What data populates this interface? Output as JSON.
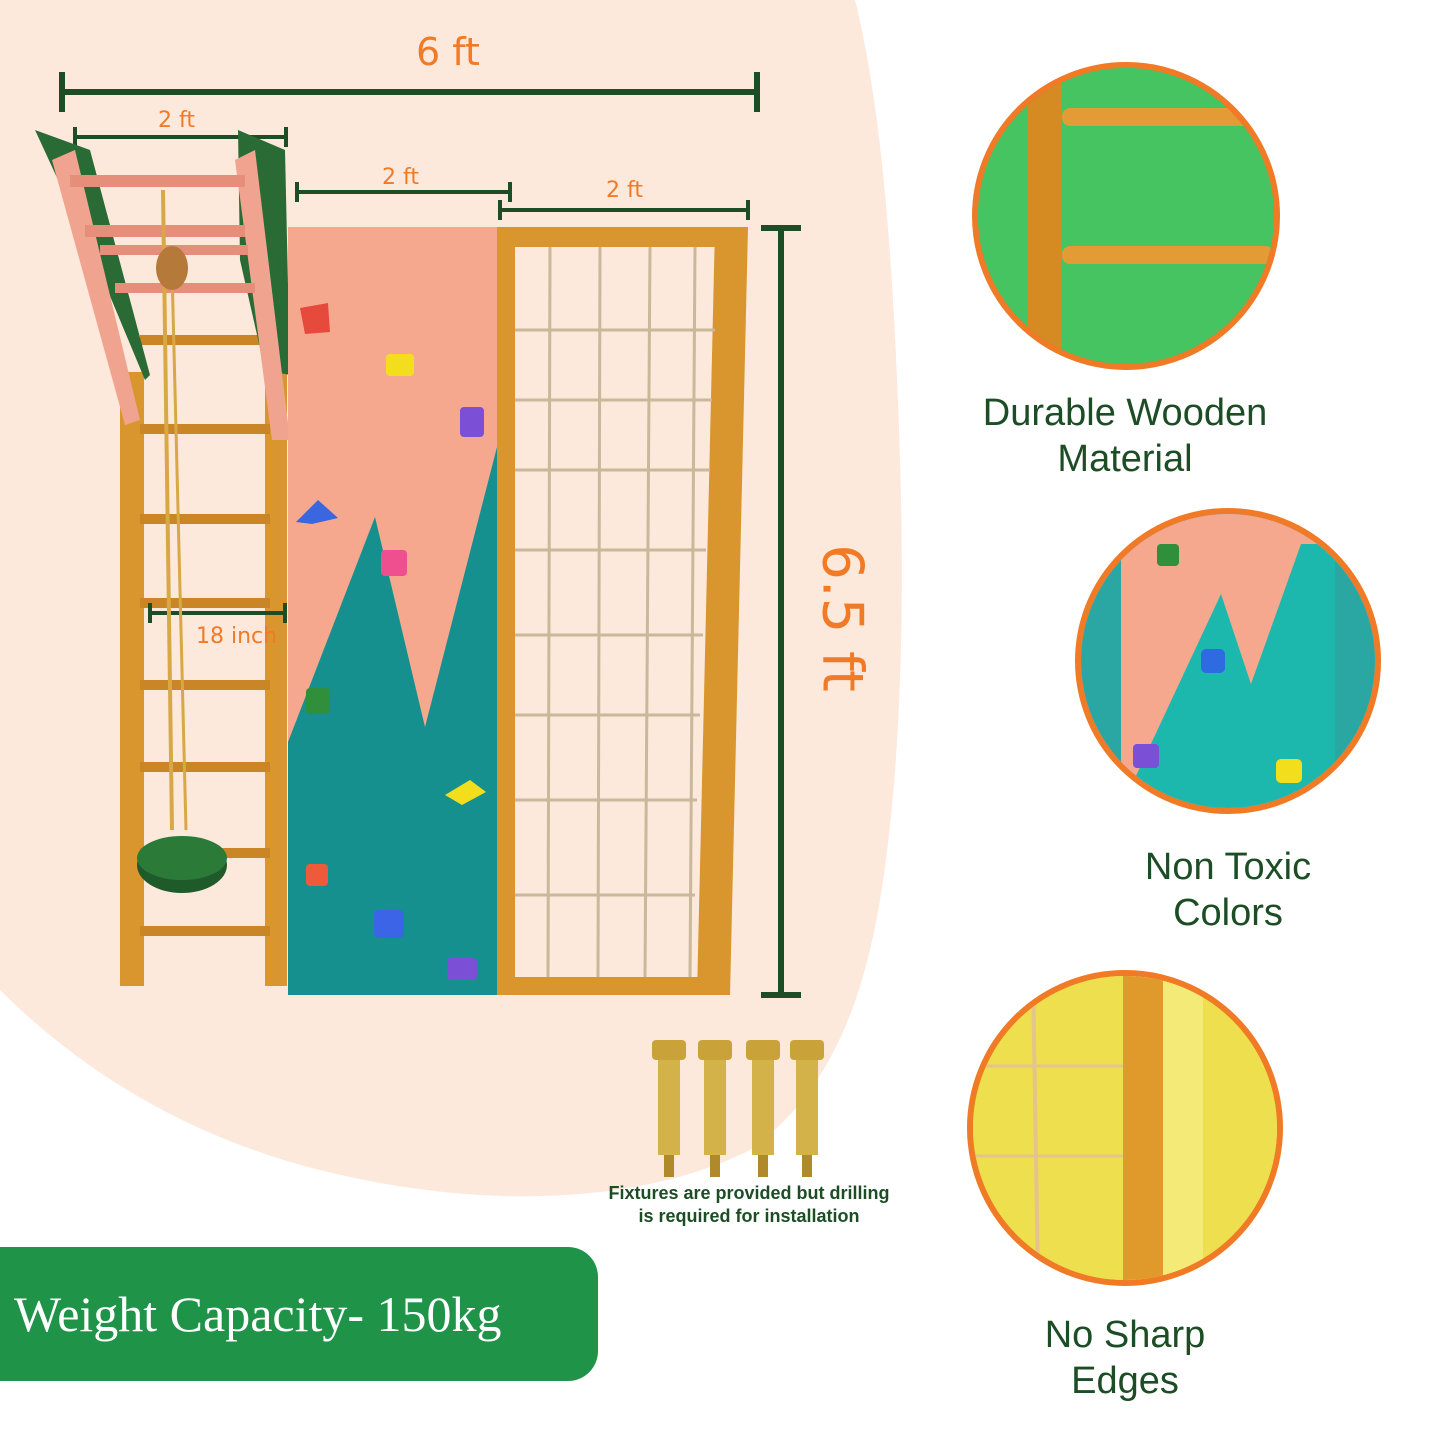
{
  "dimensions": {
    "total_width": "6 ft",
    "ladder_width": "2 ft",
    "wall_width": "2 ft",
    "net_width": "2 ft",
    "rung_spacing": "18 inch",
    "height": "6.5 ft"
  },
  "features": [
    {
      "line1": "Durable Wooden",
      "line2": "Material"
    },
    {
      "line1": "Non Toxic",
      "line2": "Colors"
    },
    {
      "line1": "No Sharp",
      "line2": "Edges"
    }
  ],
  "fixtures_note": {
    "line1": "Fixtures are provided but drilling",
    "line2": "is required for installation"
  },
  "weight_capacity": "Weight Capacity- 150kg",
  "colors": {
    "accent_orange": "#f07a25",
    "dark_green": "#1d4d25",
    "badge_green": "#1f9448",
    "blob_peach": "#fde8dc",
    "wood": "#d9962e",
    "wall_pink": "#f6a88e",
    "wall_teal": "#16908f"
  }
}
